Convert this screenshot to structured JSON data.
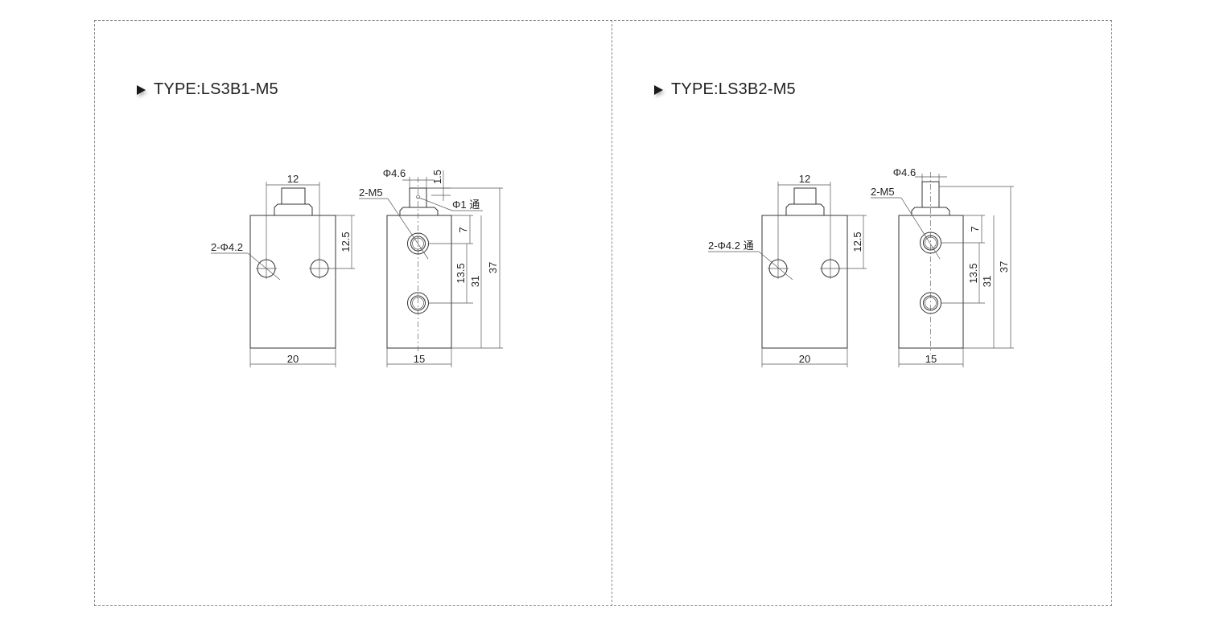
{
  "diagrams": [
    {
      "title": "TYPE:LS3B1-M5",
      "front": {
        "width": "20",
        "cap_width": "12",
        "hole_height": "12.5",
        "hole_label": "2-Φ4.2"
      },
      "side": {
        "width": "15",
        "stem_dia": "Φ4.6",
        "stem_height": "1.5",
        "port_label": "2-M5",
        "pin_label": "Φ1 通",
        "port_top": "7",
        "port_pitch": "13.5",
        "port_span": "31",
        "total_height": "37"
      }
    },
    {
      "title": "TYPE:LS3B2-M5",
      "front": {
        "width": "20",
        "cap_width": "12",
        "hole_height": "12.5",
        "hole_label": "2-Φ4.2 通"
      },
      "side": {
        "width": "15",
        "stem_dia": "Φ4.6",
        "port_label": "2-M5",
        "port_top": "7",
        "port_pitch": "13.5",
        "port_span": "31",
        "total_height": "37"
      }
    }
  ]
}
